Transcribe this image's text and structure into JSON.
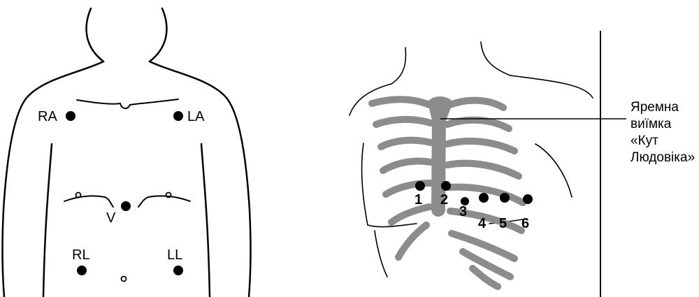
{
  "limb_labels": {
    "ra": "RA",
    "la": "LA",
    "v": "V",
    "rl": "RL",
    "ll": "LL"
  },
  "precordial_labels": [
    "1",
    "2",
    "3",
    "4",
    "5",
    "6"
  ],
  "annotation": {
    "lines": [
      "Яремна",
      "виїмка",
      "«Кут",
      "Людовіка»"
    ]
  },
  "colors": {
    "outline": "#000000",
    "ribs": "#8c8c8c",
    "background": "#ffffff"
  }
}
